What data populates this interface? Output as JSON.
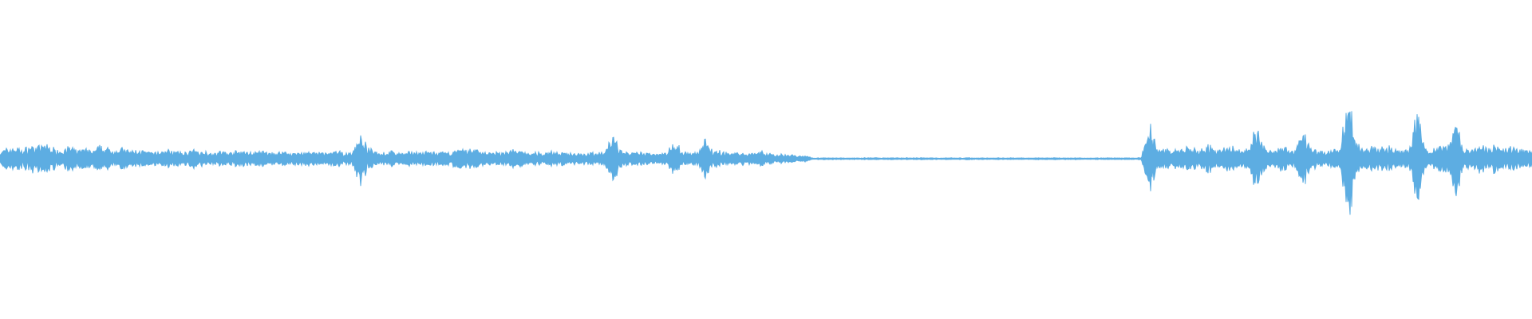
{
  "waveform": {
    "color": "#5DADE2",
    "background": "#FFFFFF",
    "amplitude_envelope": [
      0.05,
      0.07,
      0.08,
      0.06,
      0.09,
      0.08,
      0.1,
      0.07,
      0.06,
      0.08,
      0.06,
      0.07,
      0.05,
      0.08,
      0.07,
      0.06,
      0.07,
      0.05,
      0.06,
      0.05,
      0.04,
      0.05,
      0.06,
      0.05,
      0.04,
      0.06,
      0.05,
      0.05,
      0.04,
      0.05,
      0.04,
      0.05,
      0.05,
      0.04,
      0.05,
      0.04,
      0.04,
      0.05,
      0.04,
      0.04,
      0.05,
      0.04,
      0.04,
      0.04,
      0.05,
      0.04,
      0.04,
      0.18,
      0.07,
      0.05,
      0.04,
      0.05,
      0.04,
      0.04,
      0.05,
      0.04,
      0.05,
      0.04,
      0.04,
      0.05,
      0.06,
      0.06,
      0.07,
      0.05,
      0.04,
      0.04,
      0.05,
      0.06,
      0.05,
      0.04,
      0.04,
      0.04,
      0.05,
      0.04,
      0.04,
      0.04,
      0.04,
      0.04,
      0.04,
      0.05,
      0.16,
      0.06,
      0.04,
      0.04,
      0.04,
      0.04,
      0.04,
      0.04,
      0.13,
      0.05,
      0.04,
      0.04,
      0.12,
      0.06,
      0.05,
      0.04,
      0.04,
      0.04,
      0.04,
      0.05,
      0.04,
      0.03,
      0.03,
      0.03,
      0.02,
      0.02,
      0.01,
      0.01,
      0.01,
      0.01,
      0.01,
      0.01,
      0.01,
      0.01,
      0.01,
      0.01,
      0.01,
      0.01,
      0.01,
      0.01,
      0.01,
      0.01,
      0.01,
      0.01,
      0.01,
      0.01,
      0.01,
      0.01,
      0.01,
      0.01,
      0.01,
      0.01,
      0.01,
      0.01,
      0.01,
      0.01,
      0.01,
      0.01,
      0.01,
      0.01,
      0.01,
      0.01,
      0.01,
      0.01,
      0.01,
      0.01,
      0.01,
      0.01,
      0.01,
      0.01,
      0.23,
      0.08,
      0.06,
      0.07,
      0.05,
      0.08,
      0.06,
      0.07,
      0.09,
      0.06,
      0.07,
      0.08,
      0.06,
      0.07,
      0.22,
      0.08,
      0.06,
      0.09,
      0.07,
      0.06,
      0.2,
      0.07,
      0.06,
      0.05,
      0.07,
      0.06,
      0.48,
      0.11,
      0.07,
      0.08,
      0.07,
      0.09,
      0.06,
      0.05,
      0.06,
      0.32,
      0.07,
      0.06,
      0.08,
      0.09,
      0.3,
      0.07,
      0.06,
      0.11,
      0.07,
      0.1,
      0.06,
      0.08,
      0.07,
      0.06
    ]
  }
}
